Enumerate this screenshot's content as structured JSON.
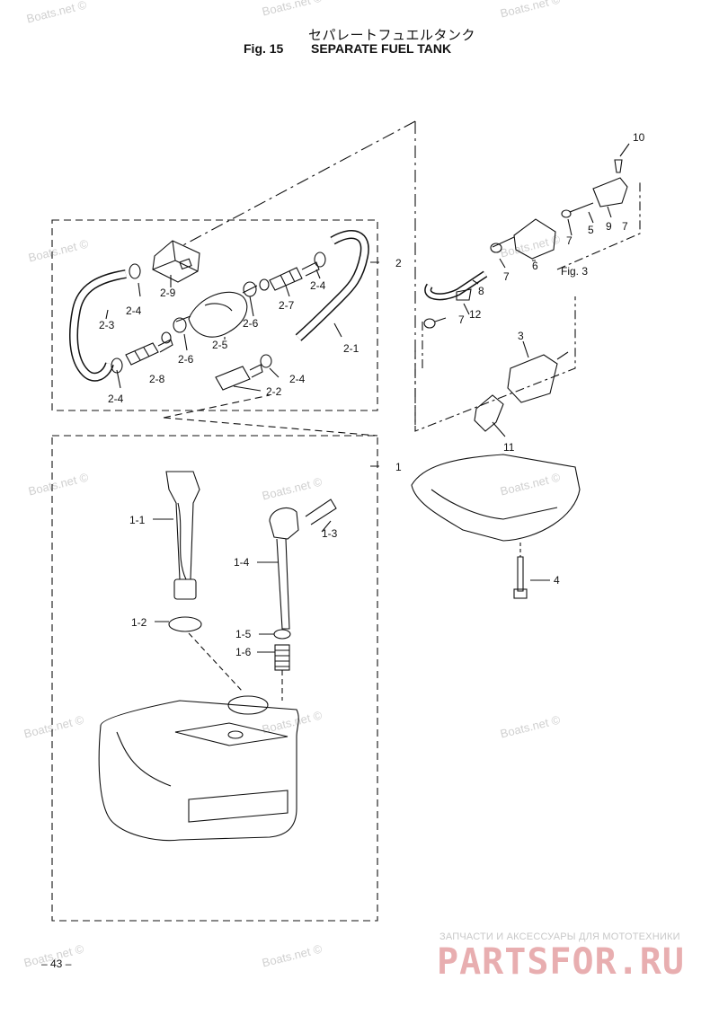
{
  "header": {
    "title_jp": "セパレートフュエルタンク",
    "fig_label": "Fig. 15",
    "title_en": "SEPARATE FUEL TANK"
  },
  "callouts": {
    "c1": "1",
    "c1_1": "1-1",
    "c1_2": "1-2",
    "c1_3": "1-3",
    "c1_4": "1-4",
    "c1_5": "1-5",
    "c1_6": "1-6",
    "c2": "2",
    "c2_1": "2-1",
    "c2_2": "2-2",
    "c2_3": "2-3",
    "c2_4a": "2-4",
    "c2_4b": "2-4",
    "c2_4c": "2-4",
    "c2_4d": "2-4",
    "c2_5": "2-5",
    "c2_6a": "2-6",
    "c2_6b": "2-6",
    "c2_7": "2-7",
    "c2_8": "2-8",
    "c2_9": "2-9",
    "c3": "3",
    "c4": "4",
    "c5": "5",
    "c6": "6",
    "c7a": "7",
    "c7b": "7",
    "c7c": "7",
    "c7d": "7",
    "c8": "8",
    "c9": "9",
    "c10": "10",
    "c11": "11",
    "c12": "12"
  },
  "fig_ref": "Fig. 3",
  "watermark": "Boats.net ©",
  "page_number": "– 43 –",
  "brand": {
    "tagline": "ЗАПЧАСТИ И АКСЕССУАРЫ ДЛЯ МОТОТЕХНИКИ",
    "logo": "PARTSFOR.RU"
  }
}
